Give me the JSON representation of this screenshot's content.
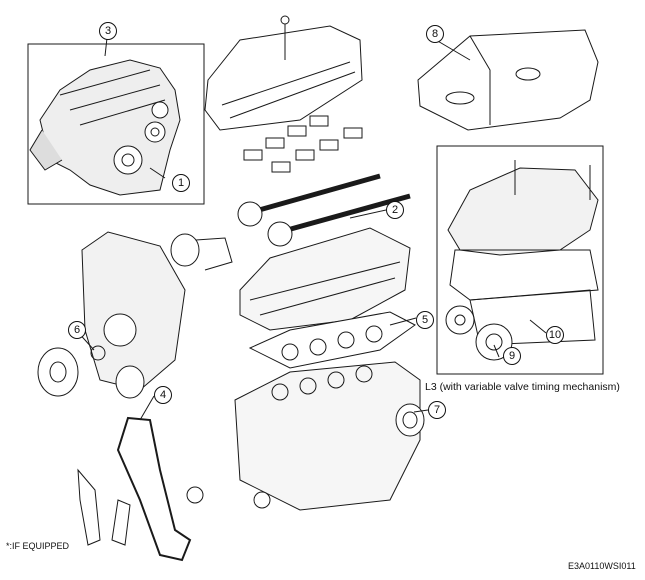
{
  "callouts": {
    "c1": "1",
    "c2": "2",
    "c3": "3",
    "c4": "4",
    "c5": "5",
    "c6": "6",
    "c7": "7",
    "c8": "8",
    "c9": "9",
    "c10": "10"
  },
  "frame_caption": "L3 (with variable valve timing mechanism)",
  "footnote": "*:IF EQUIPPED",
  "figure_code": "E3A0110WSI011",
  "colors": {
    "line": "#1a1a1a",
    "fill": "#ffffff",
    "shade": "#d9d9d9"
  }
}
